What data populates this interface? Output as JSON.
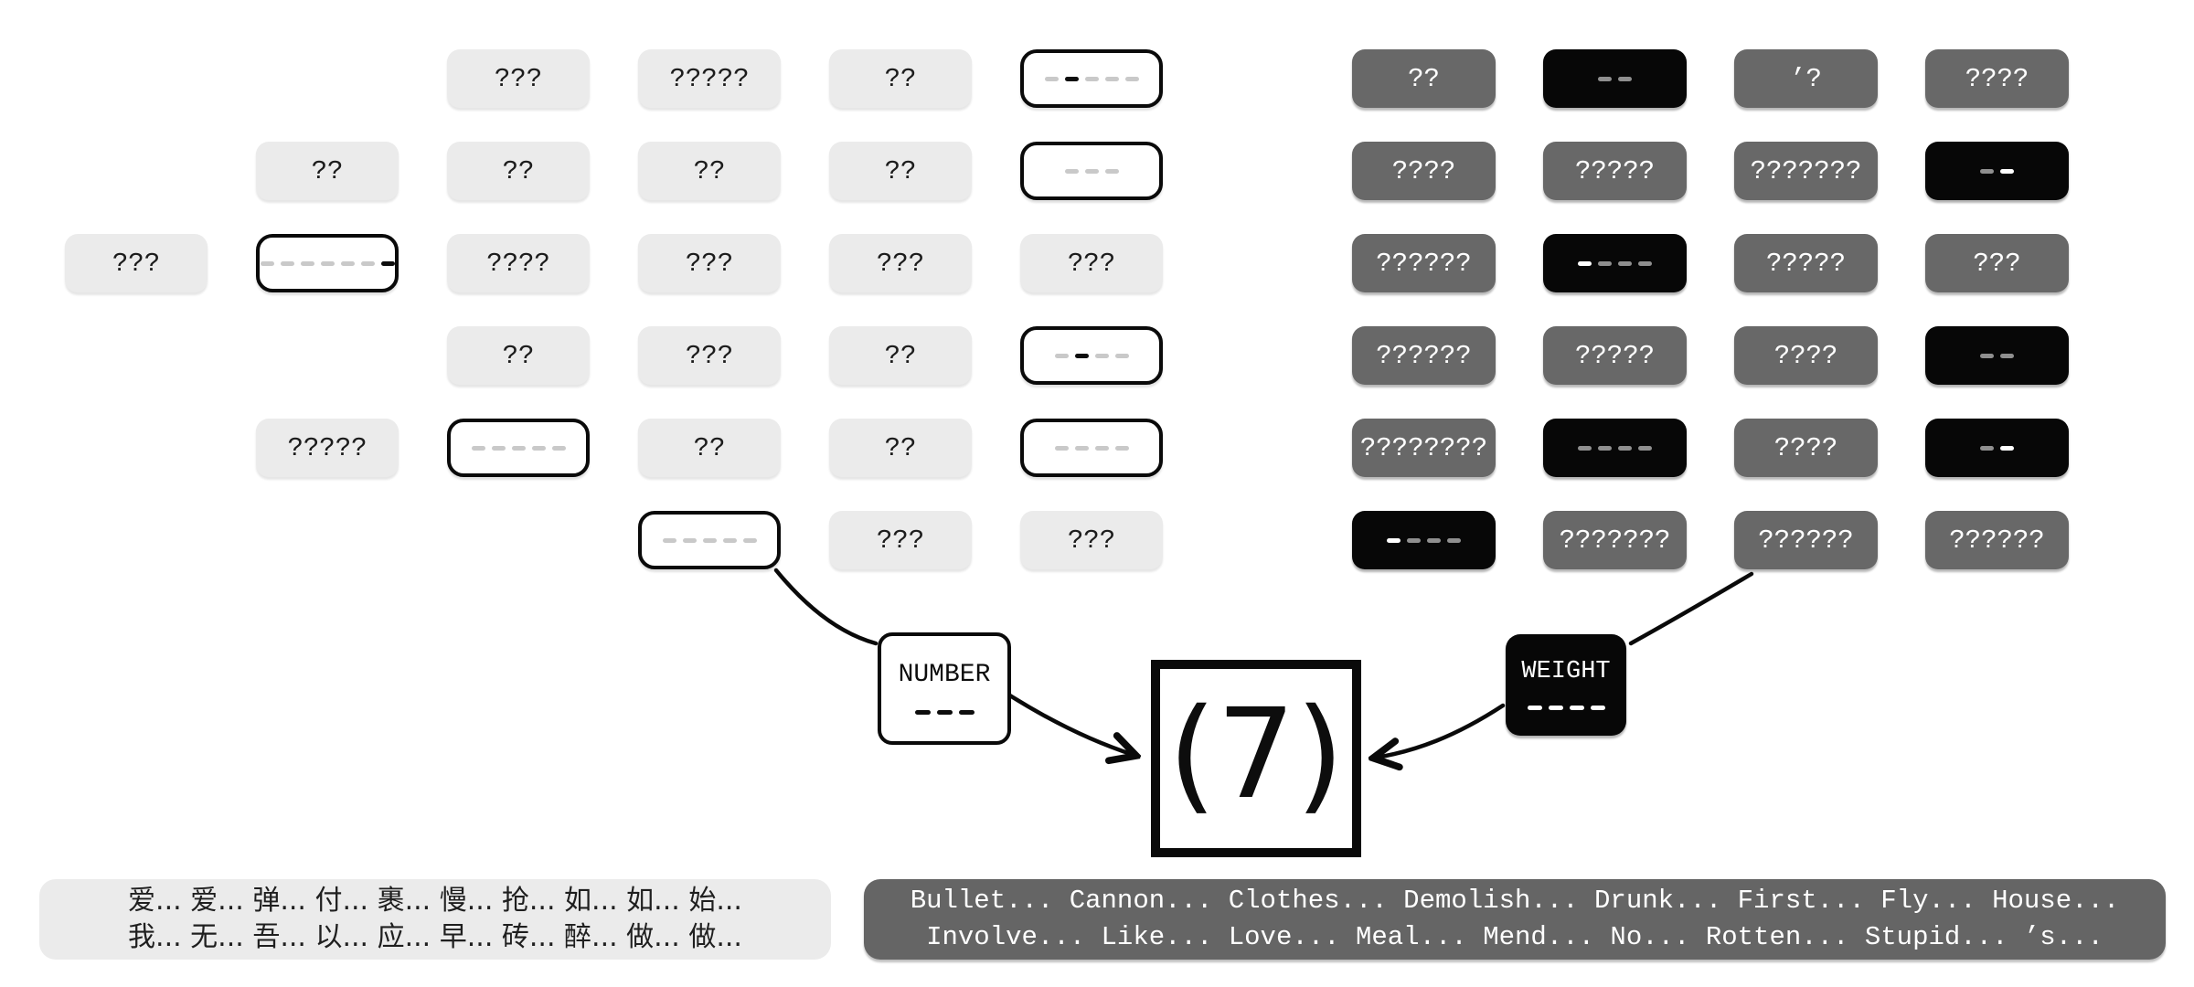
{
  "left_grid": {
    "theme": "light",
    "rows": [
      [
        null,
        null,
        {
          "t": "q",
          "label": "???"
        },
        {
          "t": "q",
          "label": "?????"
        },
        {
          "t": "q",
          "label": "??"
        },
        {
          "t": "d",
          "pattern": [
            "u",
            "r",
            "u",
            "u",
            "u"
          ]
        }
      ],
      [
        null,
        {
          "t": "q",
          "label": "??"
        },
        {
          "t": "q",
          "label": "??"
        },
        {
          "t": "q",
          "label": "??"
        },
        {
          "t": "q",
          "label": "??"
        },
        {
          "t": "d",
          "pattern": [
            "u",
            "u",
            "u"
          ]
        }
      ],
      [
        {
          "t": "q",
          "label": "???"
        },
        {
          "t": "d",
          "pattern": [
            "u",
            "u",
            "u",
            "u",
            "u",
            "u",
            "r"
          ]
        },
        {
          "t": "q",
          "label": "????"
        },
        {
          "t": "q",
          "label": "???"
        },
        {
          "t": "q",
          "label": "???"
        },
        {
          "t": "q",
          "label": "???"
        }
      ],
      [
        null,
        null,
        {
          "t": "q",
          "label": "??"
        },
        {
          "t": "q",
          "label": "???"
        },
        {
          "t": "q",
          "label": "??"
        },
        {
          "t": "d",
          "pattern": [
            "u",
            "r",
            "u",
            "u"
          ]
        }
      ],
      [
        null,
        {
          "t": "q",
          "label": "?????"
        },
        {
          "t": "d",
          "pattern": [
            "u",
            "u",
            "u",
            "u",
            "u"
          ]
        },
        {
          "t": "q",
          "label": "??"
        },
        {
          "t": "q",
          "label": "??"
        },
        {
          "t": "d",
          "pattern": [
            "u",
            "u",
            "u",
            "u"
          ]
        }
      ],
      [
        null,
        null,
        null,
        {
          "t": "d",
          "pattern": [
            "u",
            "u",
            "u",
            "u",
            "u"
          ]
        },
        {
          "t": "q",
          "label": "???"
        },
        {
          "t": "q",
          "label": "???"
        }
      ]
    ]
  },
  "right_grid": {
    "theme": "dark",
    "rows": [
      [
        {
          "t": "q",
          "label": "??"
        },
        {
          "t": "d",
          "pattern": [
            "u",
            "u"
          ]
        },
        {
          "t": "q",
          "label": "’?"
        },
        {
          "t": "q",
          "label": "????"
        }
      ],
      [
        {
          "t": "q",
          "label": "????"
        },
        {
          "t": "q",
          "label": "?????"
        },
        {
          "t": "q",
          "label": "???????"
        },
        {
          "t": "d",
          "pattern": [
            "u",
            "r"
          ]
        }
      ],
      [
        {
          "t": "q",
          "label": "??????"
        },
        {
          "t": "d",
          "pattern": [
            "r",
            "u",
            "u",
            "u"
          ]
        },
        {
          "t": "q",
          "label": "?????"
        },
        {
          "t": "q",
          "label": "???"
        }
      ],
      [
        {
          "t": "q",
          "label": "??????"
        },
        {
          "t": "q",
          "label": "?????"
        },
        {
          "t": "q",
          "label": "????"
        },
        {
          "t": "d",
          "pattern": [
            "u",
            "u"
          ]
        }
      ],
      [
        {
          "t": "q",
          "label": "????????"
        },
        {
          "t": "d",
          "pattern": [
            "u",
            "u",
            "u",
            "u"
          ]
        },
        {
          "t": "q",
          "label": "????"
        },
        {
          "t": "d",
          "pattern": [
            "u",
            "r"
          ]
        }
      ],
      [
        {
          "t": "d",
          "pattern": [
            "r",
            "u",
            "u",
            "u"
          ]
        },
        {
          "t": "q",
          "label": "???????"
        },
        {
          "t": "q",
          "label": "??????"
        },
        {
          "t": "q",
          "label": "??????"
        }
      ]
    ]
  },
  "center": {
    "number_node": {
      "label": "NUMBER",
      "dash_count": 3
    },
    "weight_node": {
      "label": "WEIGHT",
      "dash_count": 4
    },
    "answer_label": "(7)"
  },
  "word_lists": {
    "chinese": {
      "lines": [
        "爱... 爱... 弹... 付... 裹... 慢... 抢... 如... 如... 始...",
        "我... 无... 吾... 以... 应... 早... 砖... 醉... 做... 做..."
      ]
    },
    "english": {
      "lines": [
        "Bullet... Cannon... Clothes... Demolish... Drunk... First... Fly... House...",
        "Involve... Like... Love... Meal... Mend... No... Rotten... Stupid... ’s..."
      ]
    }
  },
  "colors": {
    "card_light": "#ebebeb",
    "card_gray": "#686868",
    "card_black": "#070707",
    "card_outlined_bg": "#ffffff",
    "dash_unsolved_light": "#c9c9c9",
    "dash_solved_light": "#0d0d0d",
    "dash_unsolved_dark": "#8f8f8f",
    "dash_solved_dark": "#ffffff",
    "ink": "#0a0a0a"
  }
}
